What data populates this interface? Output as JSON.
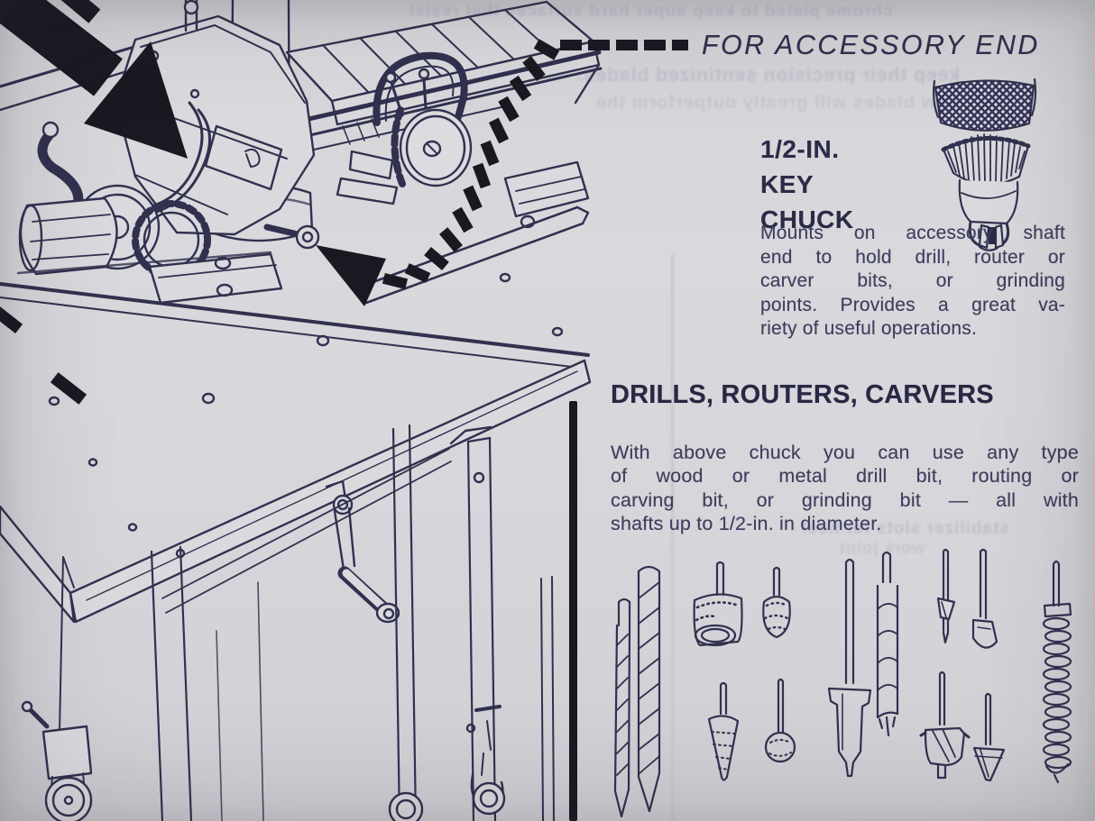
{
  "arrow_callout": {
    "label": "FOR ACCESSORY END"
  },
  "chuck_section": {
    "title_lines": [
      "1/2-IN.",
      "KEY",
      "CHUCK"
    ],
    "body_lines": [
      "Mounts on accessory shaft",
      "end to hold drill, router or",
      "carver bits, or grinding",
      "points. Provides a great va-",
      "riety of useful operations."
    ]
  },
  "drills_section": {
    "title": "DRILLS, ROUTERS, CARVERS",
    "body_lines": [
      "With above chuck you can use any type",
      "of wood or metal drill bit, routing or",
      "carving bit, or grinding bit — all with",
      "shafts up to 1/2-in. in diameter."
    ]
  },
  "bleedthrough_lines": {
    "0": "chrome plated to keep super hard surfaces that resist",
    "1": "keep their precision sentinized blades.",
    "2": "saw blades will greatly outperform the",
    "3": "stabilizer slots for heel",
    "4": "work joint"
  },
  "illustrations": {
    "machine": "multipurpose-woodworking-machine-on-caster-stand",
    "chuck": "half-inch-key-chuck",
    "drill_bits": [
      "small-twist-drill",
      "large-twist-drill",
      "drum-grinding-point",
      "oval-grinding-point",
      "cone-grinding-point",
      "ball-grinding-point",
      "spade-bit",
      "brad-point-wood-drill",
      "veining-router-bit",
      "core-box-router-bit",
      "mortising-router-bit",
      "v-groove-router-bit",
      "spiral-rasp"
    ]
  },
  "colors": {
    "page": "#d7d7db",
    "ink": "#31314f",
    "text": "#3e3e5e",
    "black": "#191922"
  }
}
